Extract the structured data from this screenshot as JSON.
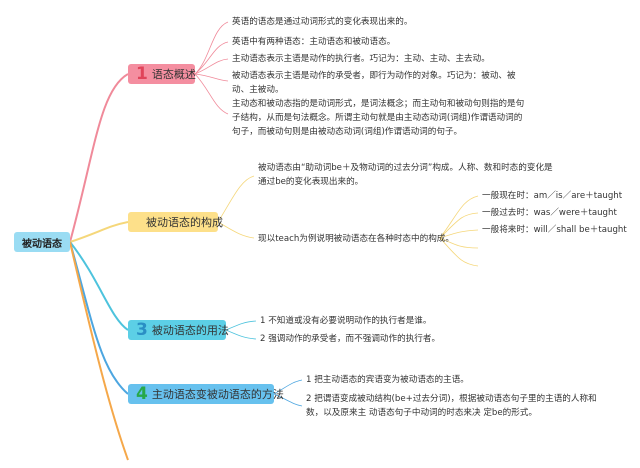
{
  "root": "被动语态",
  "branches": [
    {
      "num": "1",
      "title": "语态概述",
      "leaves": [
        "英语的语态是通过动词形式的变化表现出来的。",
        "英语中有两种语态：主动语态和被动语态。",
        "主动语态表示主语是动作的执行者。巧记为：主动、主动、主去动。",
        "被动语态表示主语是动作的承受者，即行为动作的对象。巧记为：被动、被动、主被动。",
        "主动态和被动态指的是动词形式，是词法概念；而主动句和被动句则指的是句子结构，从而是句法概念。所谓主动句就是由主动态动词(词组)作谓语动词的句子，而被动句则是由被动态动词(词组)作谓语动词的句子。"
      ]
    },
    {
      "num": "",
      "title": "被动语态的构成",
      "leaves": [
        "被动语态由“助动词be＋及物动词的过去分词”构成。人称、数和时态的变化是通过be的变化表现出来的。",
        "现以teach为例说明被动语态在各种时态中的构成。"
      ],
      "subleaves": [
        "一般现在时：am／is／are＋taught",
        "一般过去时：was／were＋taught",
        "一般将来时：will／shall be＋taught"
      ]
    },
    {
      "num": "3",
      "title": "被动语态的用法",
      "leaves": [
        "1 不知道或没有必要说明动作的执行者是谁。",
        "2 强调动作的承受者，而不强调动作的执行者。"
      ]
    },
    {
      "num": "4",
      "title": "主动语态变被动语态的方法",
      "leaves": [
        "1 把主动语态的宾语变为被动语态的主语。",
        "2 把谓语变成被动结构(be+过去分词)，根据被动语态句子里的主语的人称和数，以及原来主 动语态句子中动词的时态来决 定be的形式。"
      ]
    }
  ],
  "colors": {
    "branch1": "#f08a9a",
    "branch1_fill": "#f48ea0",
    "branch2": "#f5d77a",
    "branch2_fill": "#fde08a",
    "branch3": "#4dc3dd",
    "branch3_fill": "#5ccfe6",
    "branch4": "#4da6e0",
    "branch4_fill": "#67c1ee",
    "branch5": "#f5a84a",
    "num1": "#e0445a",
    "num3": "#2a8fc4",
    "num4": "#27a84a"
  }
}
